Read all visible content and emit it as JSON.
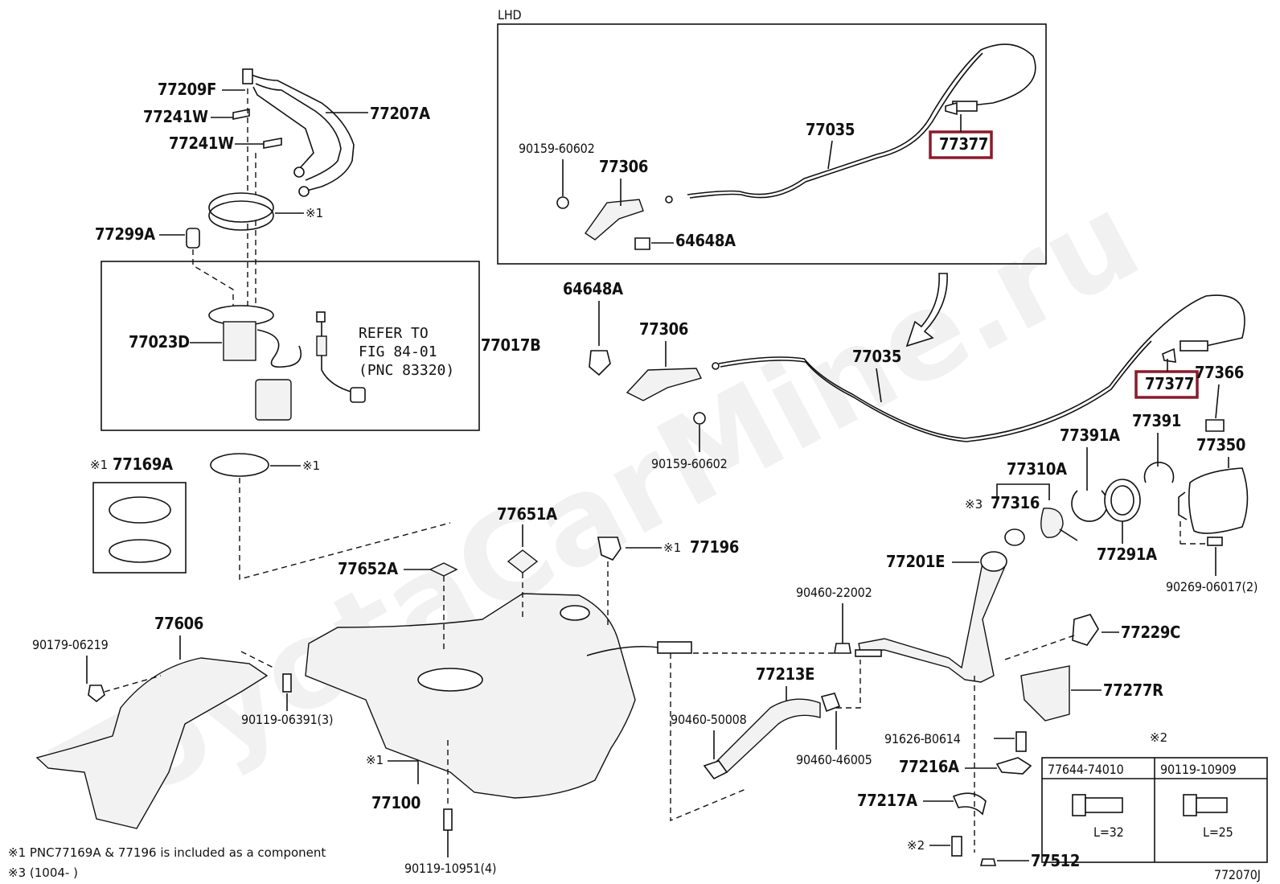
{
  "diagram": {
    "lhd_label": "LHD",
    "refer_lines": [
      "REFER TO",
      "FIG 84-01",
      "(PNC 83320)"
    ],
    "part_labels": {
      "p77209F": "77209F",
      "p77207A": "77207A",
      "p77241W_a": "77241W",
      "p77241W_b": "77241W",
      "p77299A": "77299A",
      "p77023D": "77023D",
      "p77017B": "77017B",
      "p77169A": "77169A",
      "p77606": "77606",
      "p90179": "90179-06219",
      "p90119_06391": "90119-06391(3)",
      "p77652A": "77652A",
      "p77651A": "77651A",
      "p77196": "77196",
      "p77100": "77100",
      "p90119_10951": "90119-10951(4)",
      "p64648A_lhd": "64648A",
      "p90159_lhd": "90159-60602",
      "p77306_lhd": "77306",
      "p77035_lhd": "77035",
      "p77377_lhd": "77377",
      "p64648A": "64648A",
      "p77306": "77306",
      "p90159": "90159-60602",
      "p77035": "77035",
      "p77377": "77377",
      "p77366": "77366",
      "p77391A": "77391A",
      "p77391": "77391",
      "p77350": "77350",
      "p77310A": "77310A",
      "p77316": "77316",
      "p77291A": "77291A",
      "p77201E": "77201E",
      "p90269": "90269-06017(2)",
      "p90460_22002": "90460-22002",
      "p77229C": "77229C",
      "p77213E": "77213E",
      "p90460_50008": "90460-50008",
      "p90460_46005": "90460-46005",
      "p77277R": "77277R",
      "p91626": "91626-B0614",
      "p77216A": "77216A",
      "p77217A": "77217A",
      "p77512": "77512"
    },
    "marks": {
      "x1": "※1",
      "x2": "※2",
      "x3": "※3"
    },
    "table": {
      "header_mark": "※2",
      "col1": "77644-74010",
      "col2": "90119-10909",
      "len1": "L=32",
      "len2": "L=25"
    },
    "footnotes": {
      "note1": "※1 PNC77169A & 77196 is included as a component",
      "note3": "※3 (1004-        )"
    },
    "figure_id": "772070J",
    "watermark": "ToyotaCarMine.ru"
  }
}
